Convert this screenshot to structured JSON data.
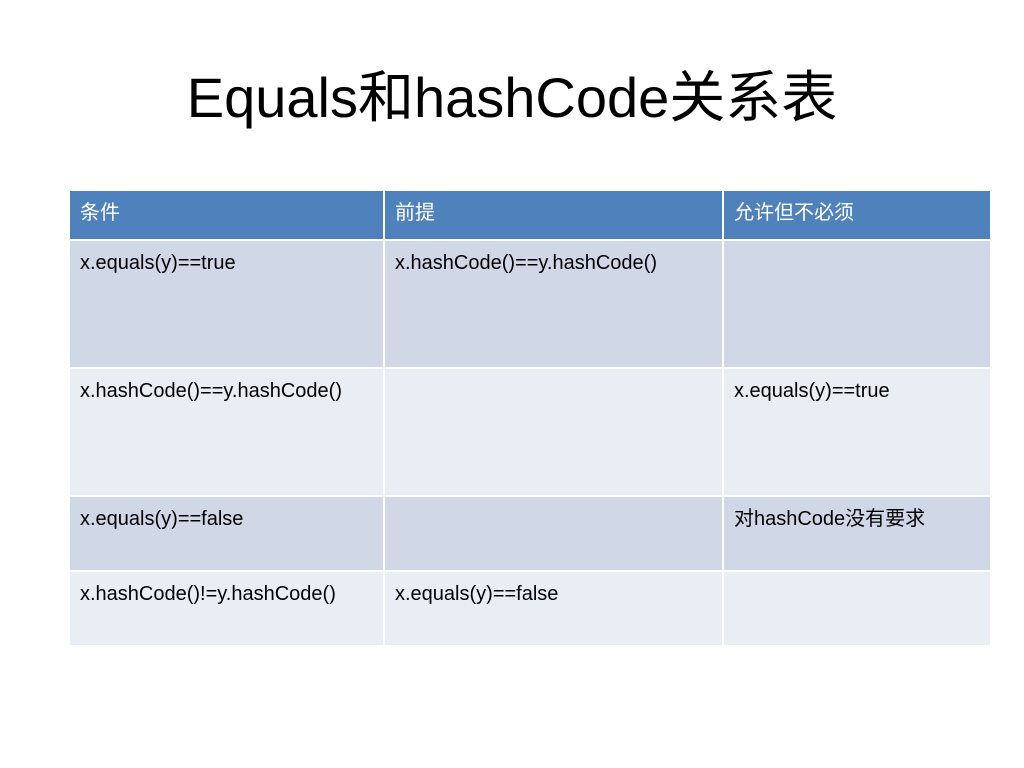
{
  "slide": {
    "title": "Equals和hashCode关系表"
  },
  "table": {
    "headers": [
      "条件",
      "前提",
      "允许但不必须"
    ],
    "rows": [
      [
        "x.equals(y)==true",
        "x.hashCode()==y.hashCode()",
        ""
      ],
      [
        "x.hashCode()==y.hashCode()",
        "",
        "x.equals(y)==true"
      ],
      [
        "x.equals(y)==false",
        "",
        "对hashCode没有要求"
      ],
      [
        "x.hashCode()!=y.hashCode()",
        "x.equals(y)==false",
        ""
      ]
    ]
  },
  "colors": {
    "header_bg": "#4f81bd",
    "row_band_dark": "#d0d8e8",
    "row_band_light": "#e9edf4"
  }
}
